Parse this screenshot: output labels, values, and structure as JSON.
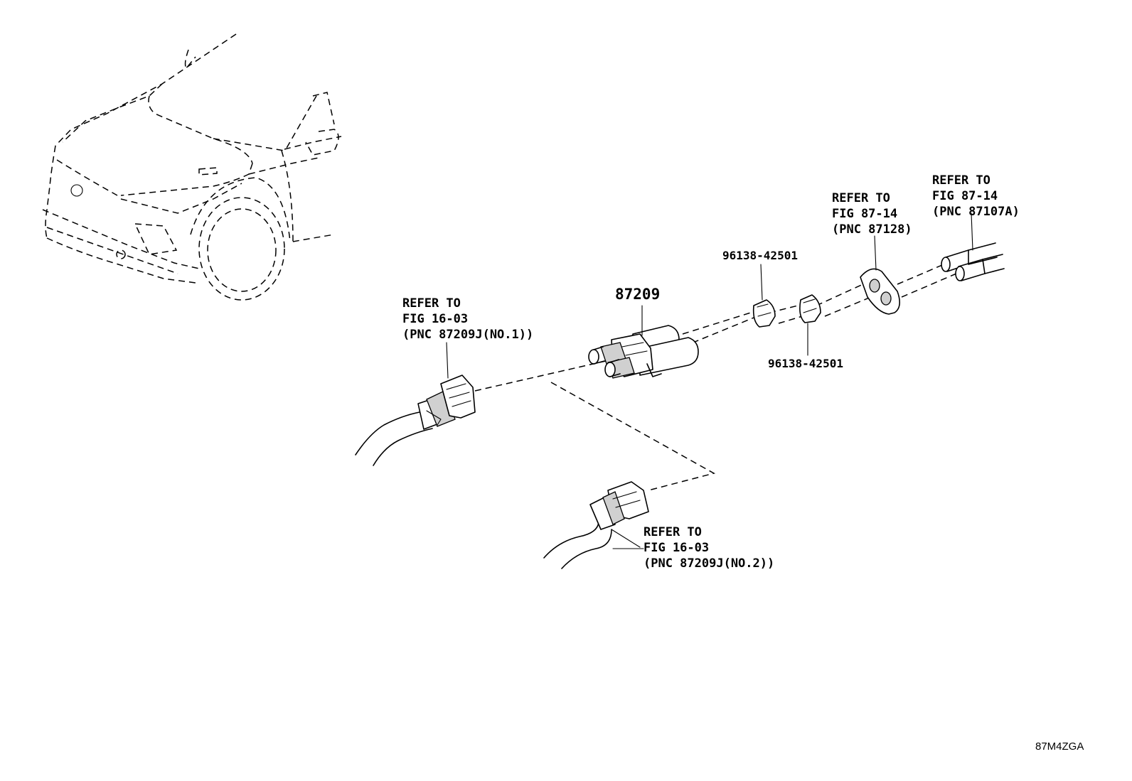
{
  "diagram_code": "87M4ZGA",
  "part_main": "87209",
  "clip_upper": "96138-42501",
  "clip_lower": "96138-42501",
  "callout_hose1": [
    "REFER TO",
    "FIG 16-03",
    "(PNC 87209J(NO.1))"
  ],
  "callout_hose2": [
    "REFER TO",
    "FIG 16-03",
    "(PNC 87209J(NO.2))"
  ],
  "callout_grommet": [
    "REFER TO",
    "FIG 87-14",
    "(PNC 87128)"
  ],
  "callout_pipes": [
    "REFER TO",
    "FIG 87-14",
    "(PNC 87107A)"
  ]
}
